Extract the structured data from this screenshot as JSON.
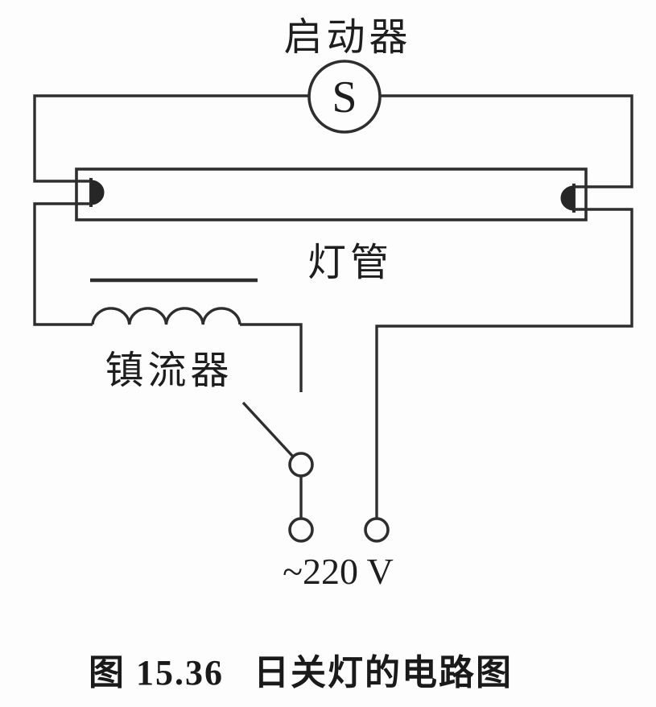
{
  "diagram": {
    "starter_label": "启动器",
    "starter_symbol": "S",
    "tube_label": "灯管",
    "ballast_label": "镇流器",
    "voltage_label": "~220 V"
  },
  "caption": {
    "figure_number": "图 15.36",
    "title": "日关灯的电路图"
  },
  "colors": {
    "line": "#2e2e2e",
    "text": "#1e1e1e",
    "background": "#fdfdfd"
  }
}
